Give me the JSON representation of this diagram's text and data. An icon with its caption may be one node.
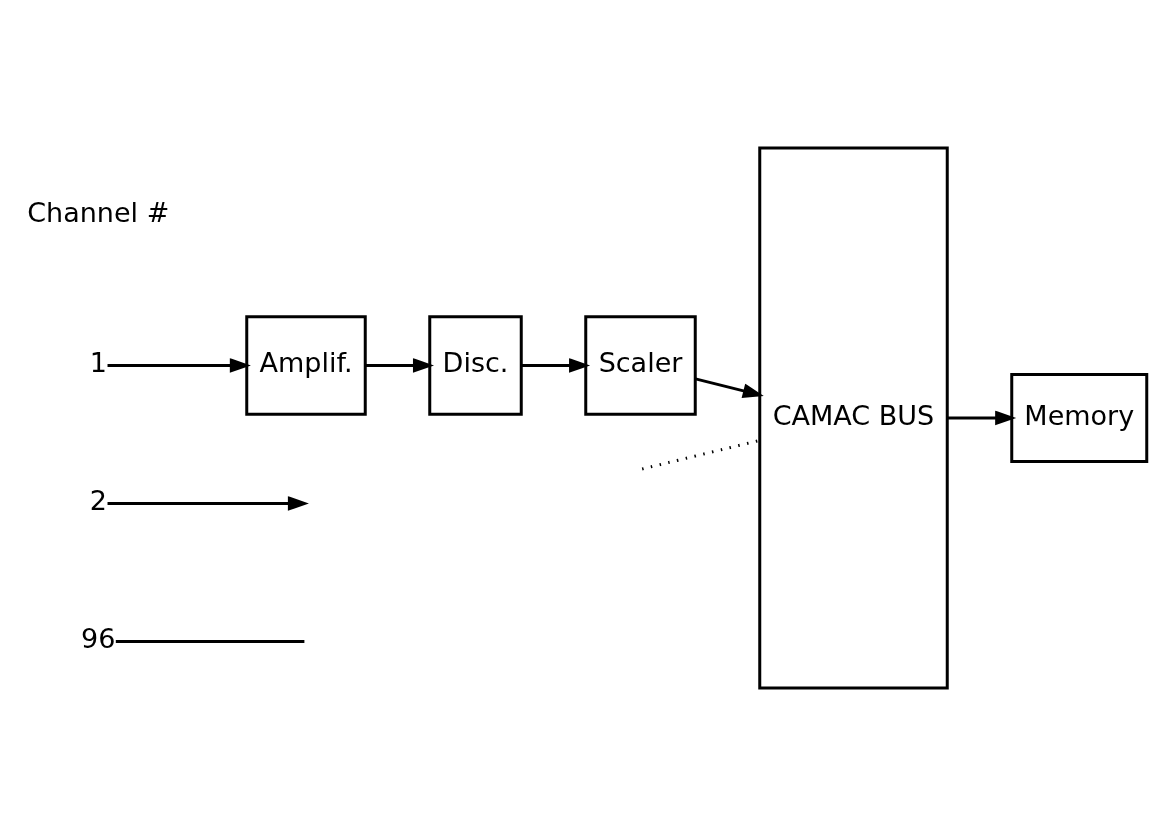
{
  "diagram": {
    "nodes": [
      {
        "text": [
          "1"
        ]
      },
      {
        "text": [
          "Amplif."
        ]
      },
      {
        "text": [
          "Disc."
        ]
      },
      {
        "text": [
          "Scaler"
        ]
      },
      {
        "text": [
          "CAMAC BUS"
        ]
      },
      {
        "text": [
          "Memory"
        ]
      },
      {
        "text": [
          "2"
        ]
      },
      {
        "text": [
          "96"
        ]
      }
    ],
    "edges": [
      {
        "from": 0,
        "to": 1,
        "arrow": "to"
      },
      {
        "from": 1,
        "to": 2,
        "arrow": "to"
      },
      {
        "from": 2,
        "to": 3,
        "arrow": "to"
      },
      {
        "from": 3,
        "to": 4,
        "arrow": "to"
      },
      {
        "from": 6,
        "to": null,
        "arrow": "to"
      },
      {
        "from": 7,
        "to": null,
        "arrow": "none"
      },
      {
        "from": null,
        "to": 4,
        "arrow": "none",
        "style": "dashed"
      },
      {
        "from": 4,
        "to": 5,
        "arrow": "to"
      }
    ],
    "labels": [
      "Channel #"
    ]
  }
}
